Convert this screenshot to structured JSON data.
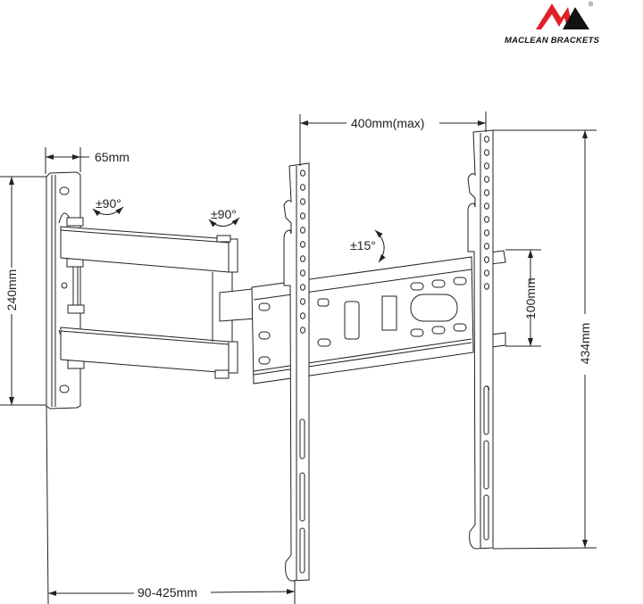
{
  "brand": {
    "name": "MACLEAN BRACKETS",
    "registered_mark": "®",
    "logo_colors": {
      "red": "#e0202a",
      "black": "#111111"
    }
  },
  "dimensions": {
    "wall_plate_depth": "65mm",
    "wall_plate_height": "240mm",
    "arm_swivel_1": "±90°",
    "arm_swivel_2": "±90°",
    "tilt": "±15°",
    "vesa_width_max": "400mm(max)",
    "rail_spacing": "100mm",
    "bracket_height": "434mm",
    "wall_distance": "90-425mm"
  },
  "style": {
    "line_color": "#222222",
    "fill_color": "#ffffff"
  }
}
